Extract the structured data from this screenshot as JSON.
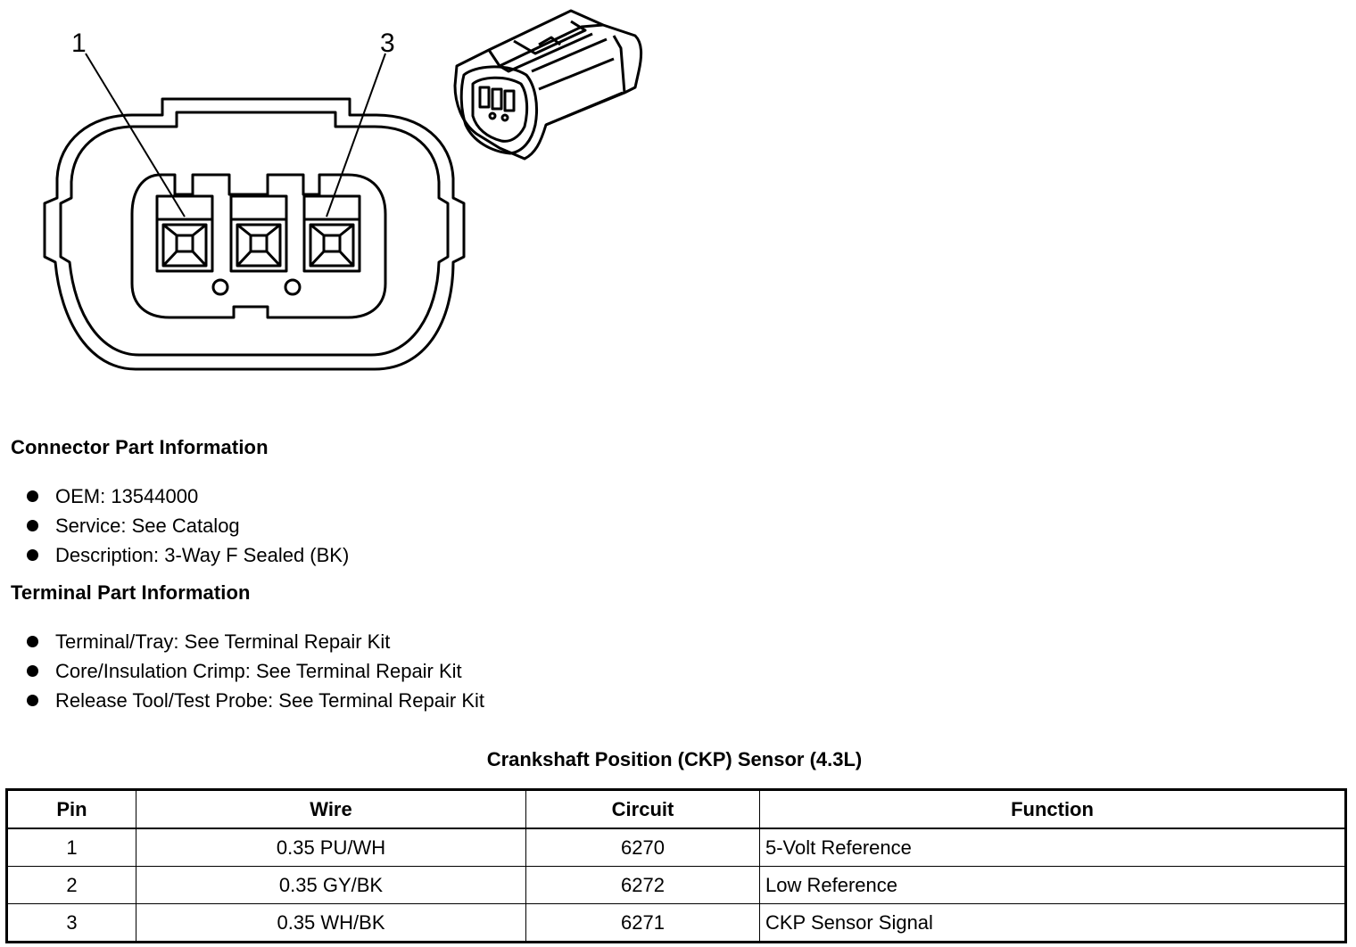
{
  "diagram": {
    "callouts": [
      "1",
      "3"
    ]
  },
  "connector_part": {
    "title": "Connector Part Information",
    "items": [
      "OEM: 13544000",
      "Service: See Catalog",
      "Description: 3-Way F Sealed (BK)"
    ]
  },
  "terminal_part": {
    "title": "Terminal Part Information",
    "items": [
      "Terminal/Tray: See Terminal Repair Kit",
      "Core/Insulation Crimp: See Terminal Repair Kit",
      "Release Tool/Test Probe: See Terminal Repair Kit"
    ]
  },
  "pin_table": {
    "title": "Crankshaft Position (CKP) Sensor (4.3L)",
    "headers": [
      "Pin",
      "Wire",
      "Circuit",
      "Function"
    ],
    "rows": [
      {
        "pin": "1",
        "wire": "0.35 PU/WH",
        "circuit": "6270",
        "function": "5-Volt Reference"
      },
      {
        "pin": "2",
        "wire": "0.35 GY/BK",
        "circuit": "6272",
        "function": "Low Reference"
      },
      {
        "pin": "3",
        "wire": "0.35 WH/BK",
        "circuit": "6271",
        "function": "CKP Sensor Signal"
      }
    ]
  }
}
